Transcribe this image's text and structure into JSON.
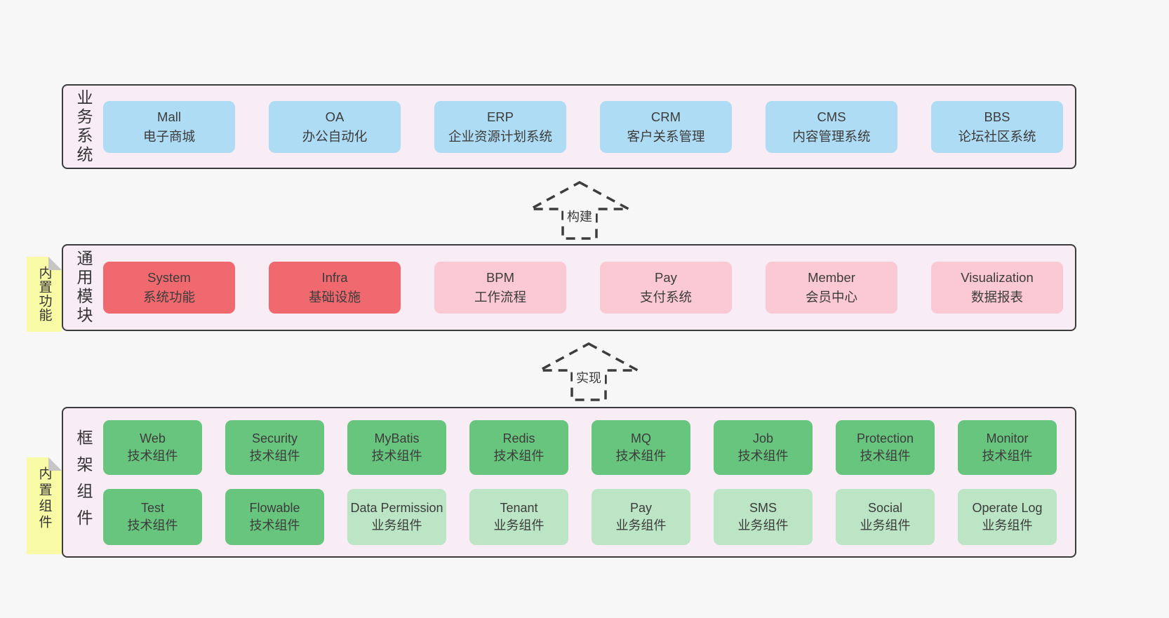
{
  "colors": {
    "page_bg": "#f7f7f7",
    "layer_bg": "#f8ecf5",
    "layer_border": "#3b3b3b",
    "blue_box": "#aedcf4",
    "red_box": "#f0696e",
    "pink_box": "#fbc9d4",
    "green_box": "#68c57e",
    "light_green_box": "#bbe5c4",
    "tag_yellow": "#f9faa5",
    "text": "#3a3a3a"
  },
  "arrows": [
    {
      "label": "构建"
    },
    {
      "label": "实现"
    }
  ],
  "tags": [
    {
      "label": "内置功能"
    },
    {
      "label": "内置组件"
    }
  ],
  "layers": {
    "business": {
      "label": "业务系统",
      "boxes": [
        {
          "title": "Mall",
          "subtitle": "电子商城"
        },
        {
          "title": "OA",
          "subtitle": "办公自动化"
        },
        {
          "title": "ERP",
          "subtitle": "企业资源计划系统"
        },
        {
          "title": "CRM",
          "subtitle": "客户关系管理"
        },
        {
          "title": "CMS",
          "subtitle": "内容管理系统"
        },
        {
          "title": "BBS",
          "subtitle": "论坛社区系统"
        }
      ]
    },
    "modules": {
      "label": "通用模块",
      "boxes": [
        {
          "title": "System",
          "subtitle": "系统功能"
        },
        {
          "title": "Infra",
          "subtitle": "基础设施"
        },
        {
          "title": "BPM",
          "subtitle": "工作流程"
        },
        {
          "title": "Pay",
          "subtitle": "支付系统"
        },
        {
          "title": "Member",
          "subtitle": "会员中心"
        },
        {
          "title": "Visualization",
          "subtitle": "数据报表"
        }
      ]
    },
    "components": {
      "label": "框架组件",
      "rows": [
        [
          {
            "title": "Web",
            "subtitle": "技术组件"
          },
          {
            "title": "Security",
            "subtitle": "技术组件"
          },
          {
            "title": "MyBatis",
            "subtitle": "技术组件"
          },
          {
            "title": "Redis",
            "subtitle": "技术组件"
          },
          {
            "title": "MQ",
            "subtitle": "技术组件"
          },
          {
            "title": "Job",
            "subtitle": "技术组件"
          },
          {
            "title": "Protection",
            "subtitle": "技术组件"
          },
          {
            "title": "Monitor",
            "subtitle": "技术组件"
          }
        ],
        [
          {
            "title": "Test",
            "subtitle": "技术组件"
          },
          {
            "title": "Flowable",
            "subtitle": "技术组件"
          },
          {
            "title": "Data Permission",
            "subtitle": "业务组件"
          },
          {
            "title": "Tenant",
            "subtitle": "业务组件"
          },
          {
            "title": "Pay",
            "subtitle": "业务组件"
          },
          {
            "title": "SMS",
            "subtitle": "业务组件"
          },
          {
            "title": "Social",
            "subtitle": "业务组件"
          },
          {
            "title": "Operate Log",
            "subtitle": "业务组件"
          }
        ]
      ]
    }
  }
}
